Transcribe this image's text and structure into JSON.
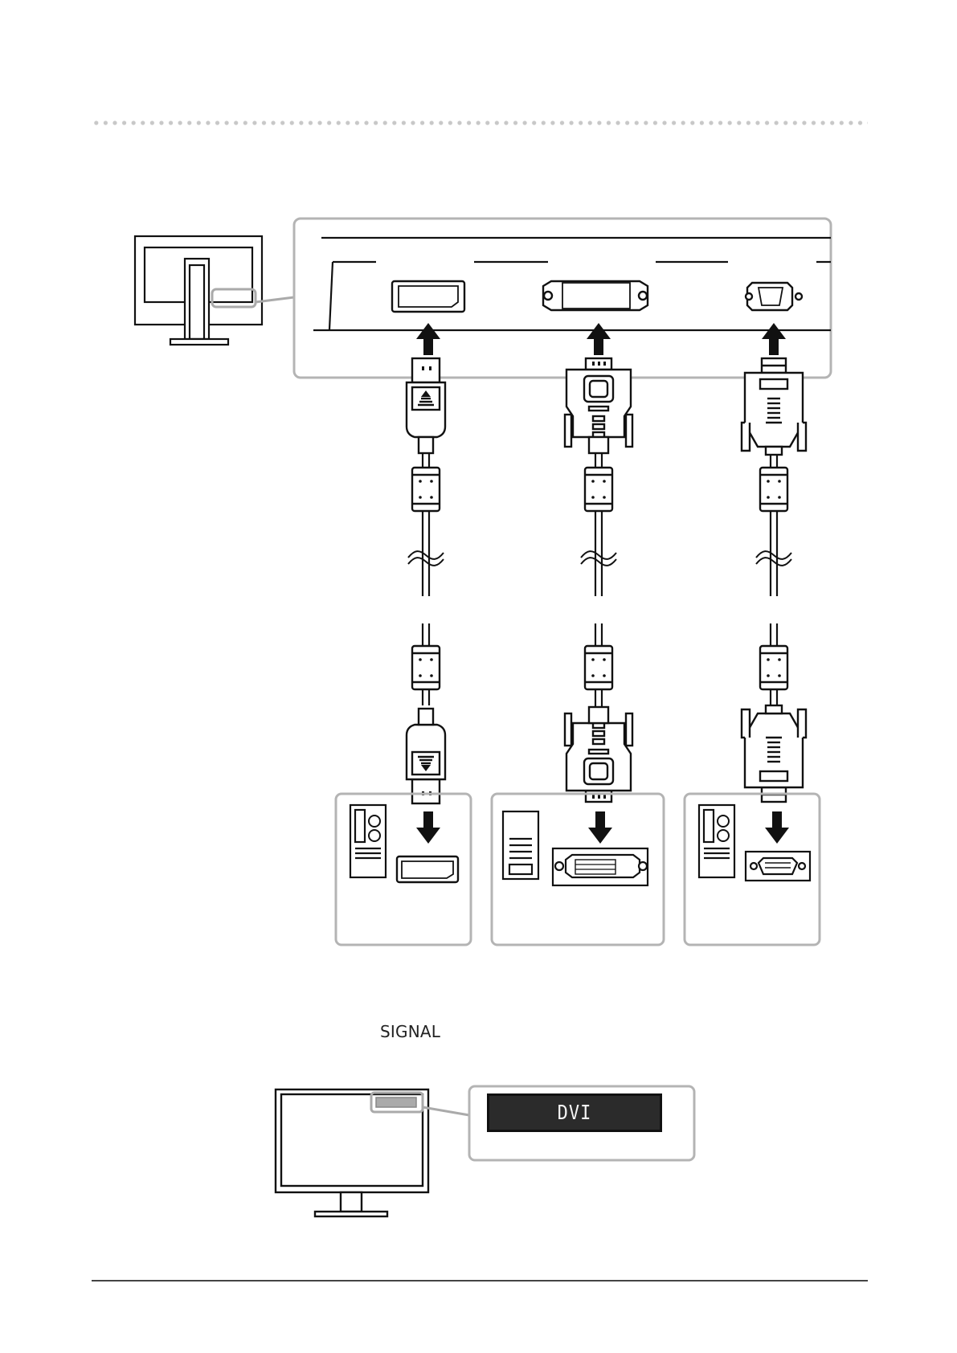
{
  "signal_screen": {
    "label": "SIGNAL",
    "display_text": "DVI"
  },
  "connections": [
    {
      "connector": "displayport-connector"
    },
    {
      "connector": "dvi-connector"
    },
    {
      "connector": "d-sub-connector"
    }
  ],
  "colors": {
    "line": "#1a1a1a",
    "callout_border": "#b4b4b4",
    "display_fill": "#2b2b2b",
    "display_text": "#f4f4f4"
  }
}
